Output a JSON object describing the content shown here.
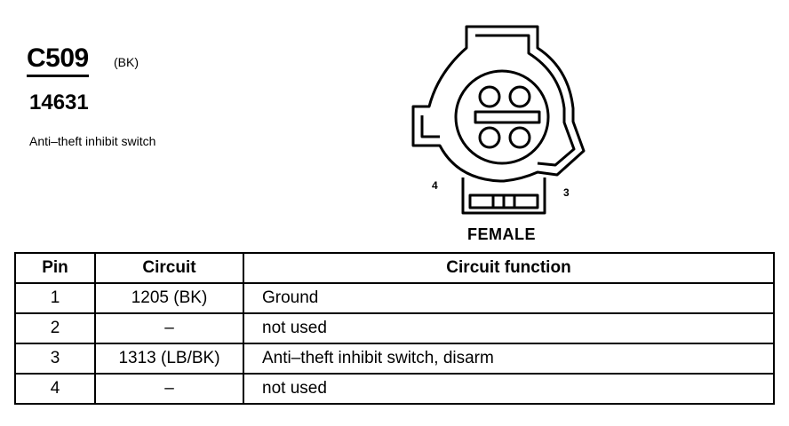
{
  "connector": {
    "id": "C509",
    "color": "(BK)",
    "part_number": "14631",
    "description": "Anti–theft inhibit switch",
    "gender": "FEMALE",
    "pin_labels": {
      "left": "4",
      "right": "3"
    }
  },
  "table": {
    "headers": [
      "Pin",
      "Circuit",
      "Circuit function"
    ],
    "rows": [
      [
        "1",
        "1205 (BK)",
        "Ground"
      ],
      [
        "2",
        "–",
        "not used"
      ],
      [
        "3",
        "1313 (LB/BK)",
        "Anti–theft inhibit switch, disarm"
      ],
      [
        "4",
        "–",
        "not used"
      ]
    ]
  }
}
